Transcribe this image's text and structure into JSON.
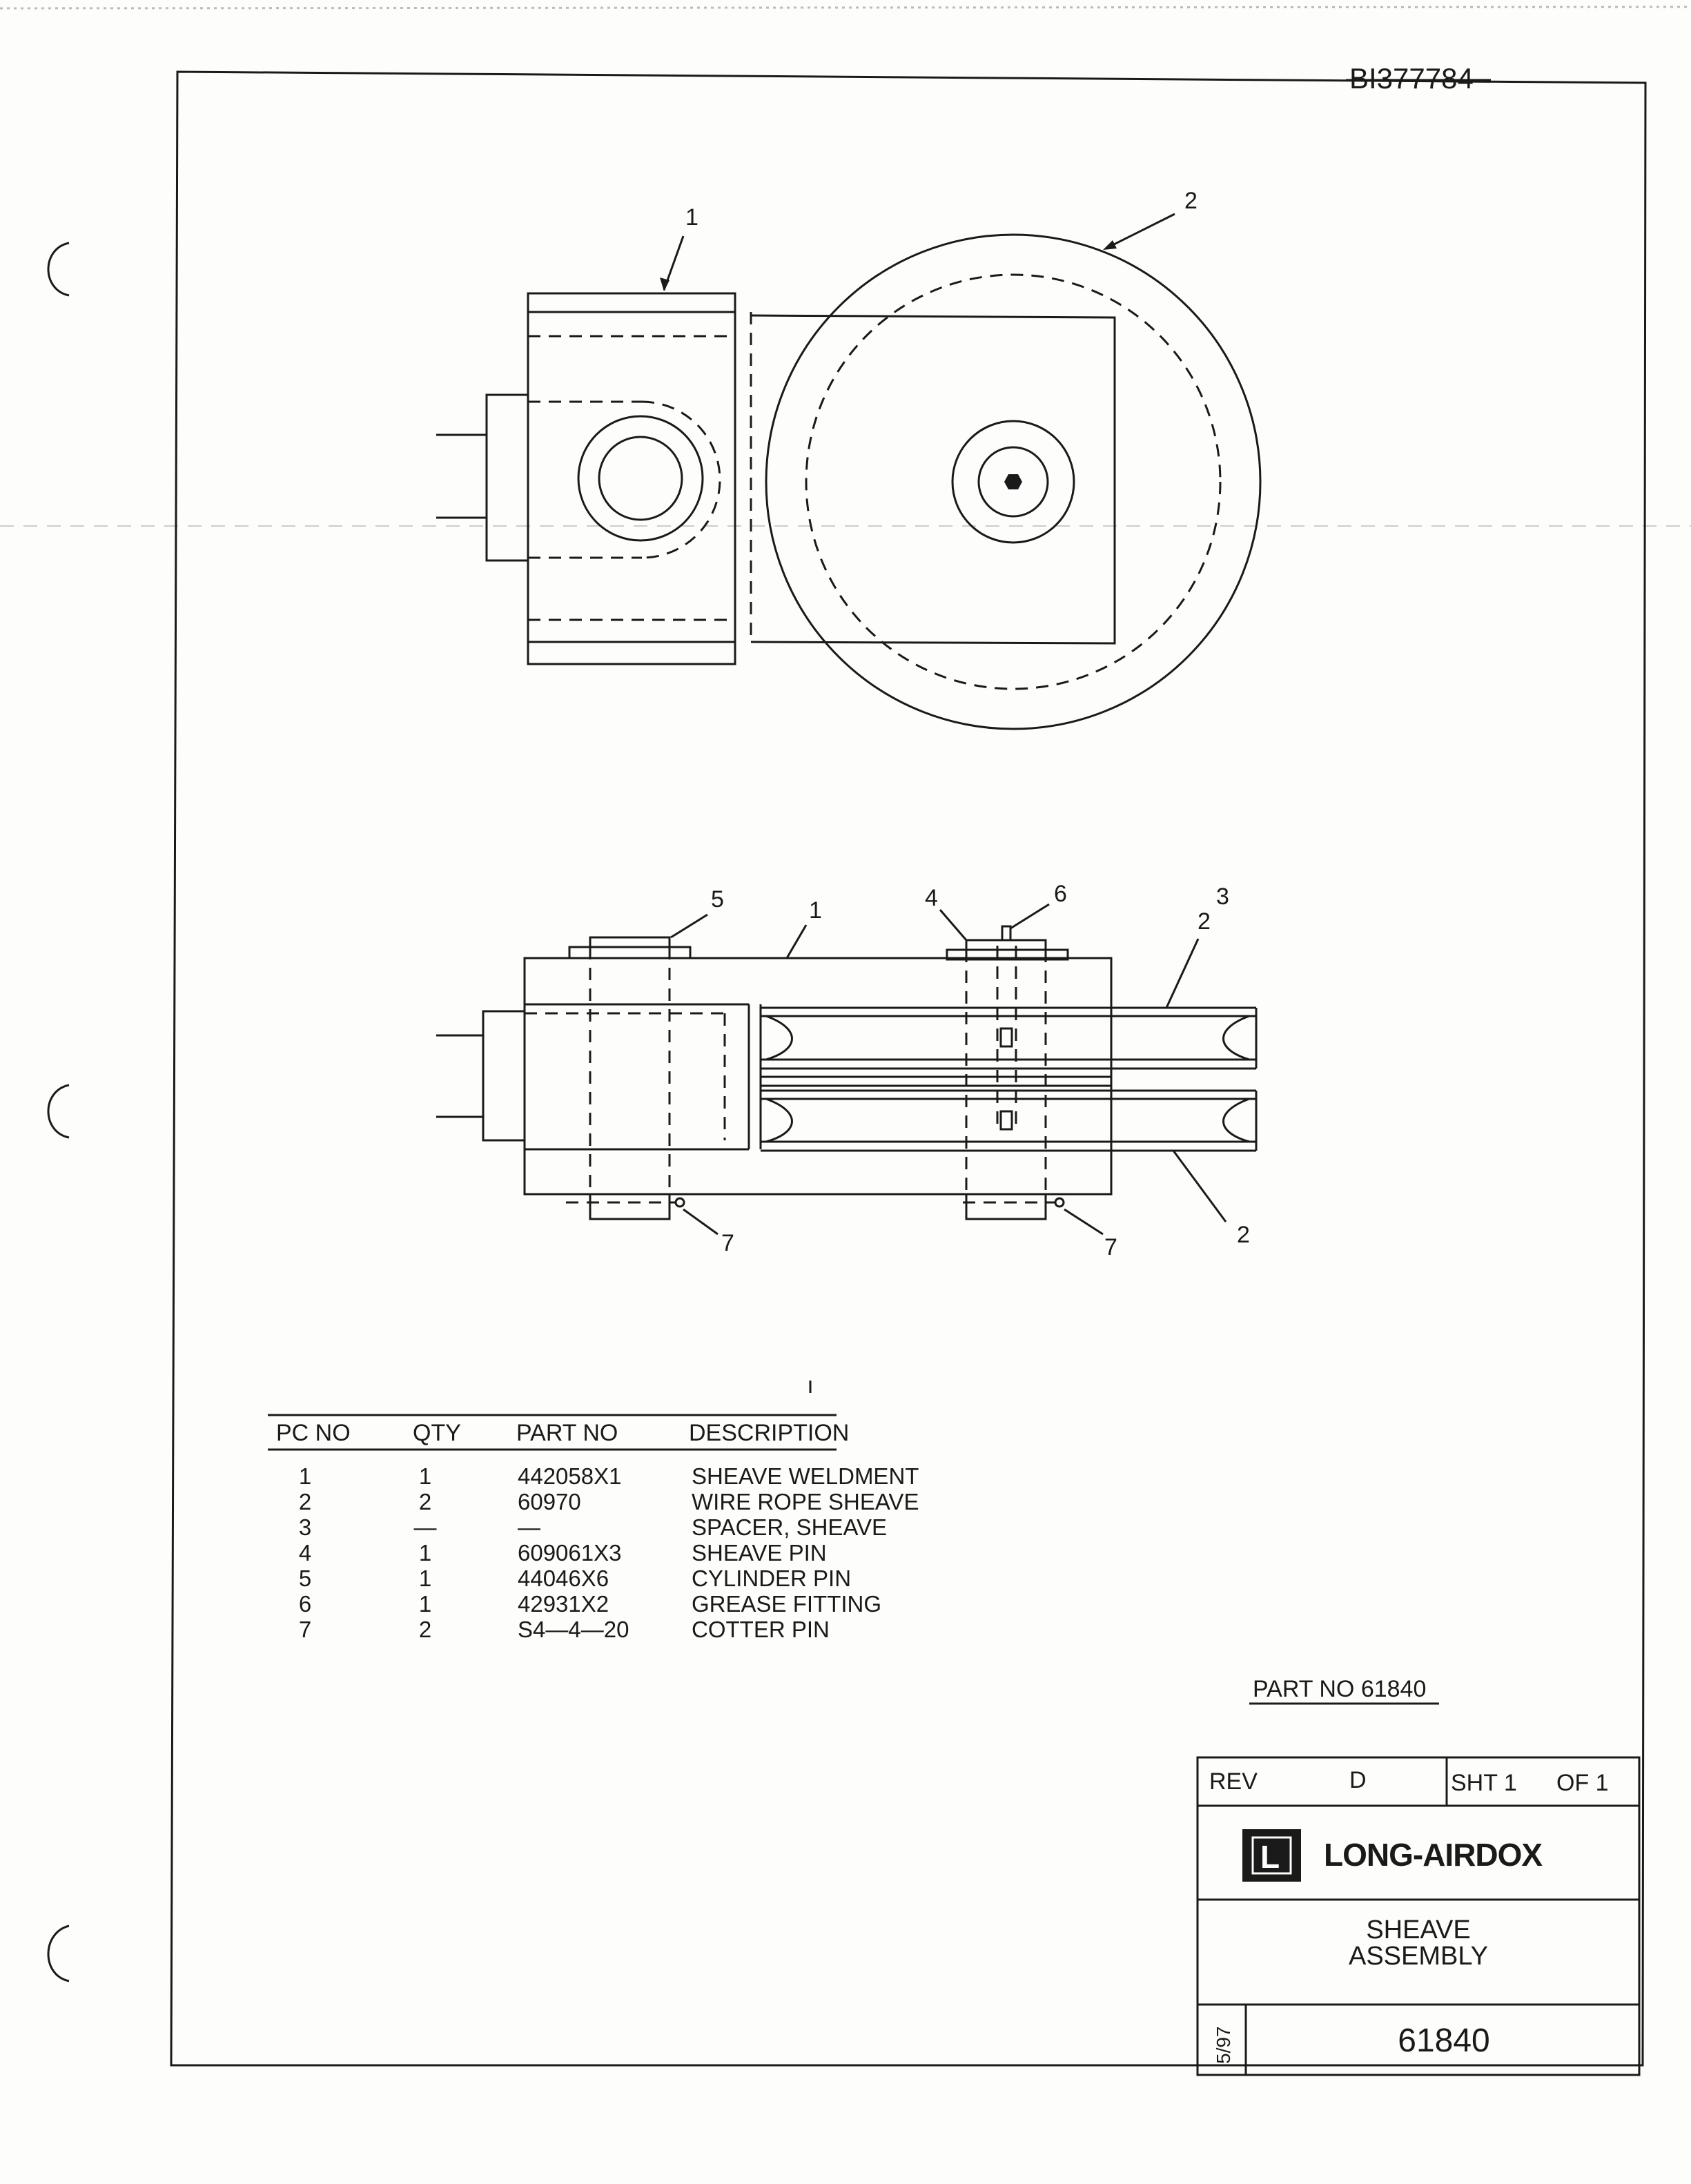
{
  "drawing_id": "BI377784",
  "callouts": {
    "top_view": [
      "1",
      "2"
    ],
    "side_view": [
      "5",
      "1",
      "4",
      "6",
      "3",
      "2",
      "7",
      "7",
      "2"
    ]
  },
  "bom": {
    "headers": [
      "PC NO",
      "QTY",
      "PART NO",
      "DESCRIPTION"
    ],
    "rows": [
      [
        "1",
        "1",
        "442058X1",
        "SHEAVE WELDMENT"
      ],
      [
        "2",
        "2",
        "60970",
        "WIRE ROPE SHEAVE"
      ],
      [
        "3",
        "—",
        "—",
        "SPACER, SHEAVE"
      ],
      [
        "4",
        "1",
        "609061X3",
        "SHEAVE PIN"
      ],
      [
        "5",
        "1",
        "44046X6",
        "CYLINDER PIN"
      ],
      [
        "6",
        "1",
        "42931X2",
        "GREASE FITTING"
      ],
      [
        "7",
        "2",
        "S4—4—20",
        "COTTER PIN"
      ]
    ]
  },
  "part_no_label": "PART NO 61840",
  "title_block": {
    "rev_label": "REV",
    "rev_value": "D",
    "sheet": "SHT 1",
    "of": "OF 1",
    "company": "LONG-AIRDOX",
    "logo_letter": "L",
    "title_line1": "SHEAVE",
    "title_line2": "ASSEMBLY",
    "date": "5/97",
    "drawing_number": "61840"
  }
}
